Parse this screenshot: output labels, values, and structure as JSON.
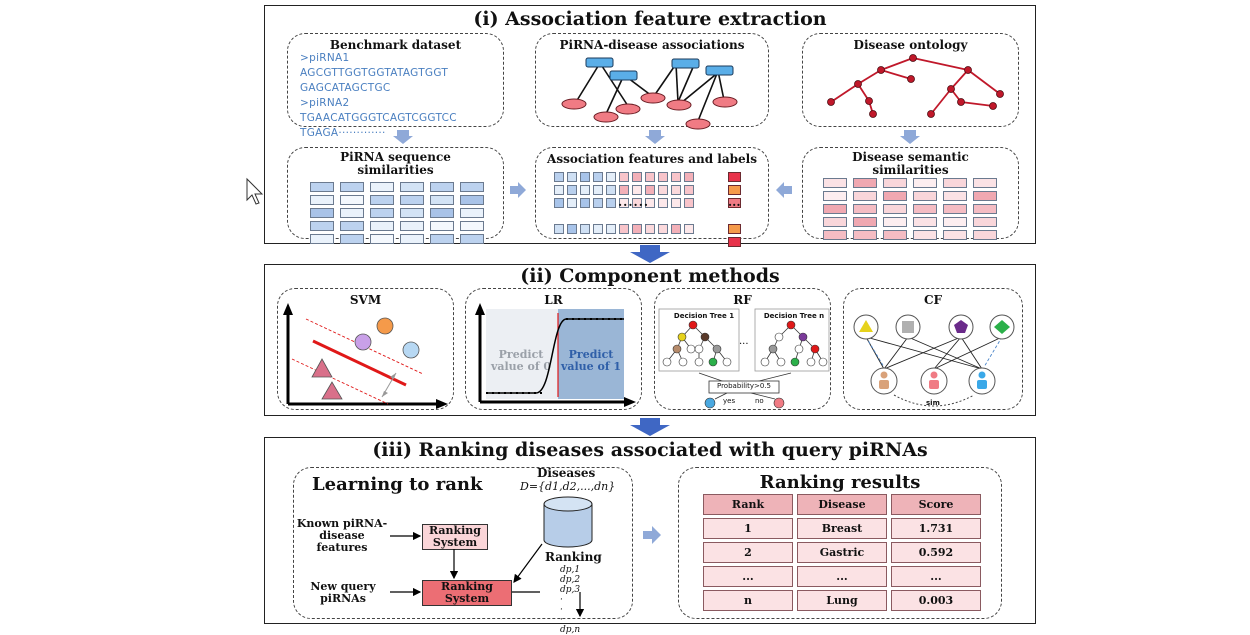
{
  "panel1": {
    "title": "(i) Association feature extraction",
    "benchmark": {
      "title": "Benchmark dataset",
      "lines": [
        ">piRNA1",
        "AGCGTTGGTGGTATAGTGGT",
        "GAGCATAGCTGC",
        ">piRNA2",
        "TGAACATGGGTCAGTCGGTCC",
        "TGAGA·············"
      ]
    },
    "associations_title": "PiRNA-disease associations",
    "ontology_title": "Disease ontology",
    "seq_sim_title_1": "PiRNA sequence",
    "seq_sim_title_2": "similarities",
    "features_title": "Association features and labels",
    "features_dots": "······",
    "features_ellipsis": "···",
    "semantic_title_1": "Disease semantic",
    "semantic_title_2": "similarities"
  },
  "panel2": {
    "title": "(ii) Component methods",
    "svm_title": "SVM",
    "lr_title": "LR",
    "lr_left_1": "Predict",
    "lr_left_2": "value of 0",
    "lr_right_1": "Predict",
    "lr_right_2": "value of 1",
    "rf_title": "RF",
    "rf_tree1": "Decision Tree 1",
    "rf_treen": "Decision Tree n",
    "rf_dots": "···",
    "rf_prob": "Probability>0.5",
    "rf_yes": "yes",
    "rf_no": "no",
    "cf_title": "CF",
    "cf_sim": "sim"
  },
  "panel3": {
    "title": "(iii) Ranking diseases associated with query piRNAs",
    "ltr_title": "Learning to rank",
    "diseases_label": "Diseases",
    "diseases_set": "D={d1,d2,...,dn}",
    "known_1": "Known piRNA-",
    "known_2": "disease",
    "known_3": "features",
    "ranking_system_1": "Ranking",
    "ranking_system_2": "System",
    "new_query_1": "New query",
    "new_query_2": "piRNAs",
    "ranking_label": "Ranking",
    "ranking_list": [
      "dp,1",
      "dp,2",
      "dp,3",
      "·",
      "·",
      "·",
      "dp,n"
    ],
    "results_title": "Ranking results",
    "table": {
      "headers": [
        "Rank",
        "Disease",
        "Score"
      ],
      "rows": [
        [
          "1",
          "Breast",
          "1.731"
        ],
        [
          "2",
          "Gastric",
          "0.592"
        ],
        [
          "...",
          "...",
          "..."
        ],
        [
          "n",
          "Lung",
          "0.003"
        ]
      ]
    }
  },
  "colors": {
    "blue_node": "#5aaee8",
    "pink_node": "#f07b84",
    "ontology": "#c0182a",
    "arrow": "#8fa9d8",
    "big_arrow": "#3f67c4"
  }
}
